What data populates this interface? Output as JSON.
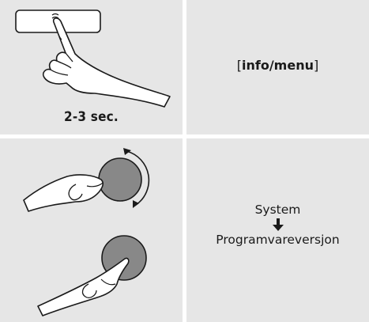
{
  "step1": {
    "duration": "2-3 sec.",
    "key": {
      "open_bracket": "[",
      "name_part1": "info",
      "separator": "/",
      "name_part2": "menu",
      "close_bracket": "]"
    }
  },
  "step2": {
    "path_first": "System",
    "arrow_icon": "down-arrow-icon",
    "path_second": "Programvareversjon"
  },
  "colors": {
    "cell_background": "#e6e6e6",
    "knob_fill": "#888888",
    "outline": "#1a1a1a"
  }
}
